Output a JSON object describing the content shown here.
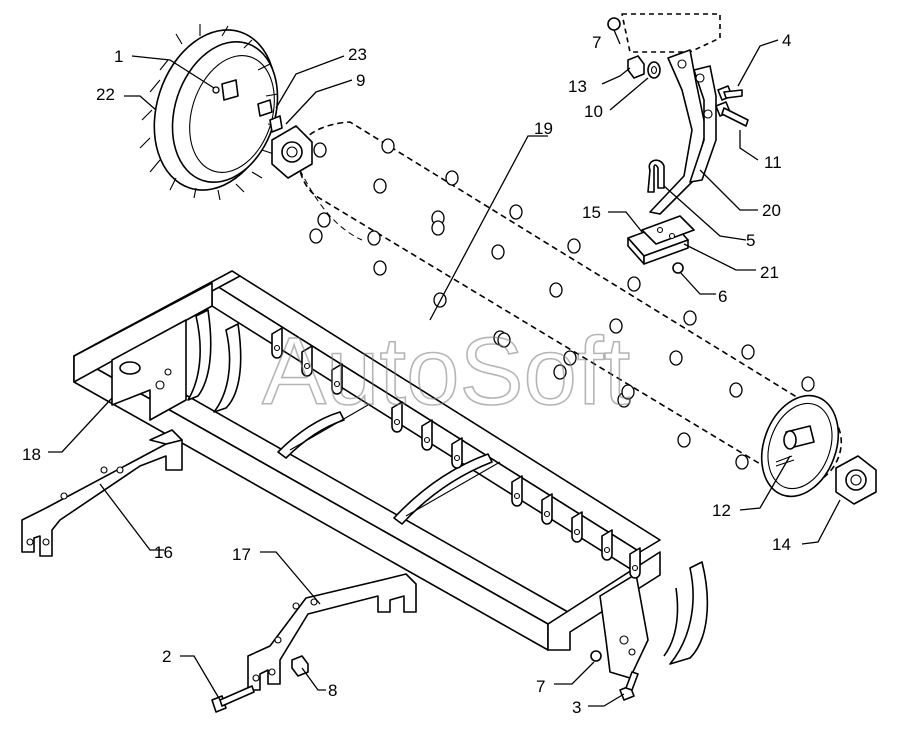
{
  "watermark": "AutoSoft",
  "callouts": [
    {
      "id": "c1",
      "label": "1"
    },
    {
      "id": "c2",
      "label": "2"
    },
    {
      "id": "c3",
      "label": "3"
    },
    {
      "id": "c4",
      "label": "4"
    },
    {
      "id": "c5",
      "label": "5"
    },
    {
      "id": "c6",
      "label": "6"
    },
    {
      "id": "c7a",
      "label": "7"
    },
    {
      "id": "c7b",
      "label": "7"
    },
    {
      "id": "c8",
      "label": "8"
    },
    {
      "id": "c9",
      "label": "9"
    },
    {
      "id": "c10",
      "label": "10"
    },
    {
      "id": "c11",
      "label": "11"
    },
    {
      "id": "c12",
      "label": "12"
    },
    {
      "id": "c13",
      "label": "13"
    },
    {
      "id": "c14",
      "label": "14"
    },
    {
      "id": "c15",
      "label": "15"
    },
    {
      "id": "c16",
      "label": "16"
    },
    {
      "id": "c17",
      "label": "17"
    },
    {
      "id": "c18",
      "label": "18"
    },
    {
      "id": "c19",
      "label": "19"
    },
    {
      "id": "c20",
      "label": "20"
    },
    {
      "id": "c21",
      "label": "21"
    },
    {
      "id": "c22",
      "label": "22"
    },
    {
      "id": "c23",
      "label": "23"
    }
  ]
}
